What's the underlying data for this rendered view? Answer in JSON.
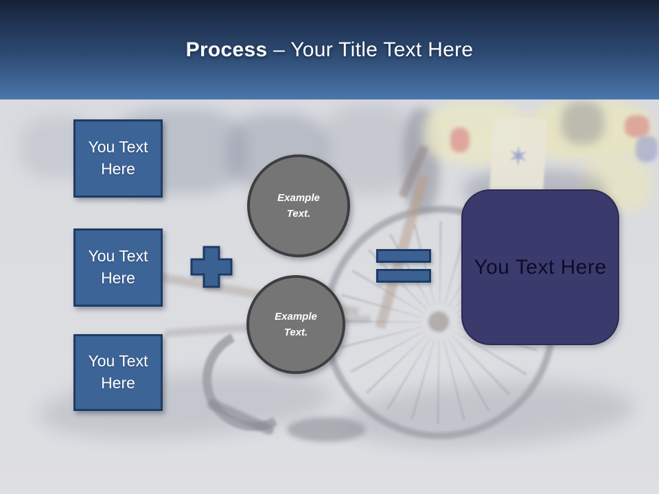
{
  "header": {
    "title_bold": "Process",
    "title_rest": " – Your Title Text Here"
  },
  "process_boxes": [
    {
      "label": "You Text Here"
    },
    {
      "label": "You Text Here"
    },
    {
      "label": "You Text Here"
    }
  ],
  "example_circles": [
    {
      "label": "Example Text."
    },
    {
      "label": "Example Text."
    }
  ],
  "result_box": {
    "label": "You Text Here"
  },
  "operator_icons": {
    "plus": "plus-icon",
    "equals": "equals-icon"
  },
  "background": {
    "star_of_life_glyph": "✶"
  },
  "colors": {
    "header_gradient_top": "#1b2a45",
    "header_gradient_bottom": "#4a77ad",
    "box_fill": "#3d6496",
    "box_border": "#1f3a64",
    "shape_fill": "#3a6191",
    "shape_border": "#1d3a66",
    "circle_fill": "#757576",
    "circle_border": "#3d3e40",
    "result_fill": "#3b3a6d",
    "result_border": "#2a294f",
    "result_text_color": "#0c0c28"
  }
}
